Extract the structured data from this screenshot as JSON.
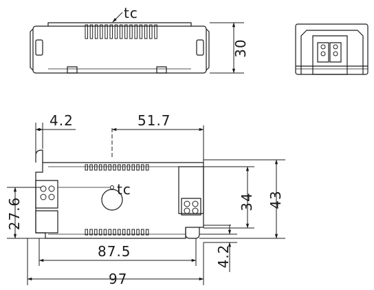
{
  "drawing": {
    "labels": {
      "tc_top": "tc",
      "tc_bottom": "tc",
      "dim_30": "30",
      "dim_4_2_top": "4.2",
      "dim_51_7": "51.7",
      "dim_27_6": "27.6",
      "dim_34": "34",
      "dim_43": "43",
      "dim_87_5": "87.5",
      "dim_4_2_side": "4.2",
      "dim_97": "97"
    },
    "colors": {
      "ink": "#1a1a1a",
      "background": "#ffffff"
    }
  }
}
